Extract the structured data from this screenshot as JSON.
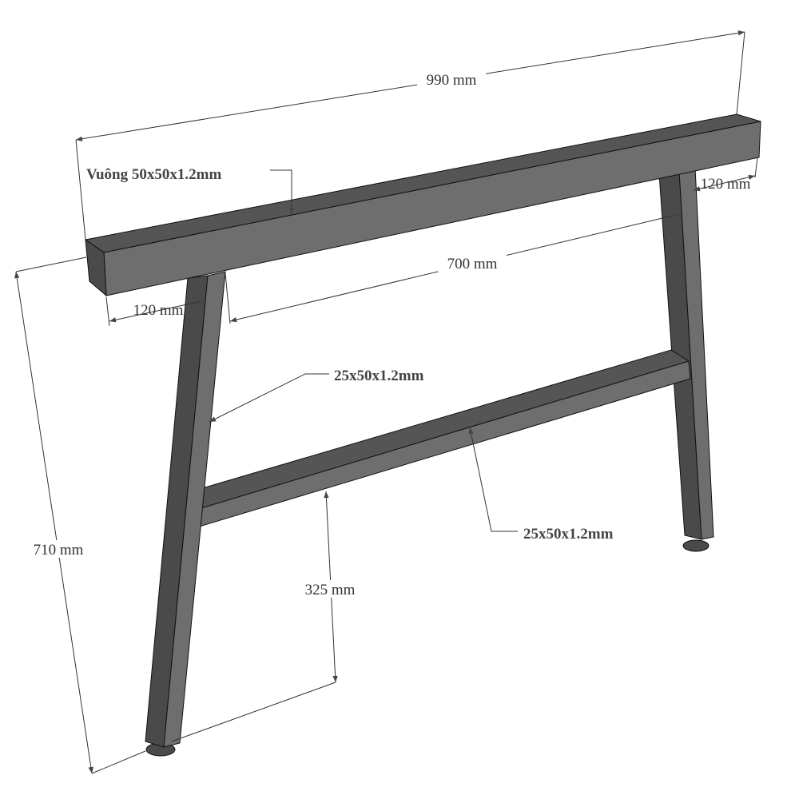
{
  "title": "A-frame steel table leg technical drawing",
  "colors": {
    "top_face": "#555555",
    "front_face": "#6e6e6e",
    "side_face": "#4a4a4a",
    "line": "#333333"
  },
  "dimensions": {
    "overall_width": "990 mm",
    "height": "710 mm",
    "inner_span": "700 mm",
    "overhang_left": "120 mm",
    "overhang_right": "120 mm",
    "crossbar_height": "325 mm"
  },
  "labels": {
    "top_beam": "Vuông 50x50x1.2mm",
    "leg_profile": "25x50x1.2mm",
    "crossbar_profile": "25x50x1.2mm"
  }
}
